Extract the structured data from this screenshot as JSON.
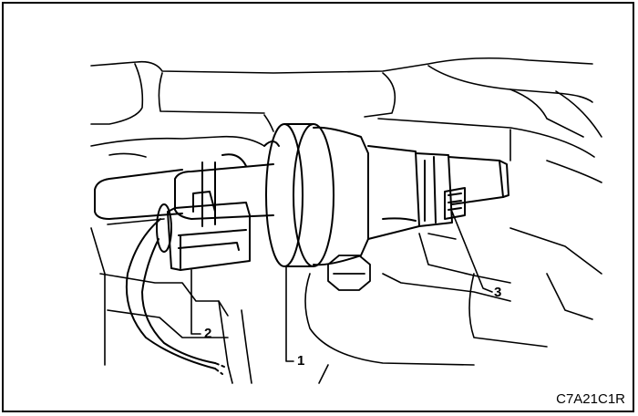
{
  "callouts": [
    {
      "id": "1",
      "label": "1"
    },
    {
      "id": "2",
      "label": "2"
    },
    {
      "id": "3",
      "label": "3"
    }
  ],
  "figure_code": "C7A21C1R",
  "colors": {
    "line": "#000000",
    "background": "#ffffff"
  }
}
